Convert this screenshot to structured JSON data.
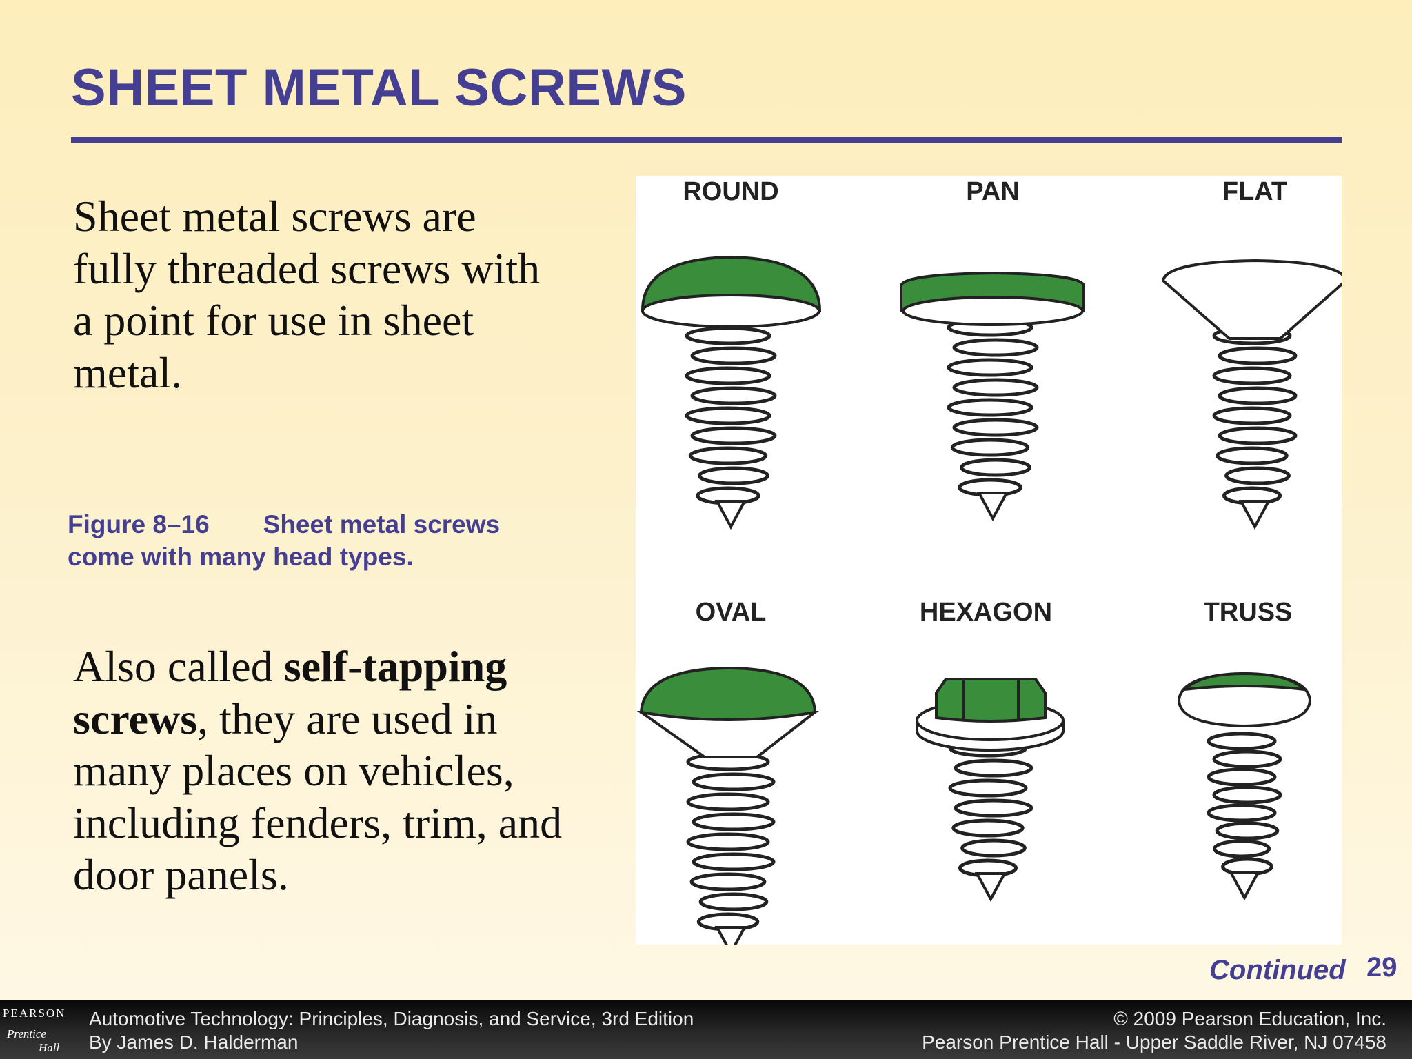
{
  "slide": {
    "title": "SHEET METAL SCREWS",
    "paragraph1": "Sheet metal screws are fully threaded screws with a point for use in sheet metal.",
    "caption": {
      "number": "Figure 8–16",
      "text_line1": "Sheet metal screws",
      "text_line2": "come with many head types."
    },
    "paragraph2": {
      "lead": "Also called ",
      "bold": "self-tapping screws",
      "rest": ", they are used in many places on vehicles, including fenders, trim, and door panels."
    },
    "continued": "Continued",
    "page_number": "29"
  },
  "figure": {
    "accent_color": "#3a8d3b",
    "labels": [
      "ROUND",
      "PAN",
      "FLAT",
      "OVAL",
      "HEXAGON",
      "TRUSS"
    ]
  },
  "footer": {
    "logo": {
      "line1": "PEARSON",
      "line2": "Prentice",
      "line3": "Hall"
    },
    "left_line1": "Automotive Technology: Principles, Diagnosis, and Service, 3rd Edition",
    "left_line2": "By James D. Halderman",
    "right_line1": "© 2009 Pearson Education, Inc.",
    "right_line2": "Pearson Prentice Hall - Upper Saddle River, NJ 07458"
  }
}
